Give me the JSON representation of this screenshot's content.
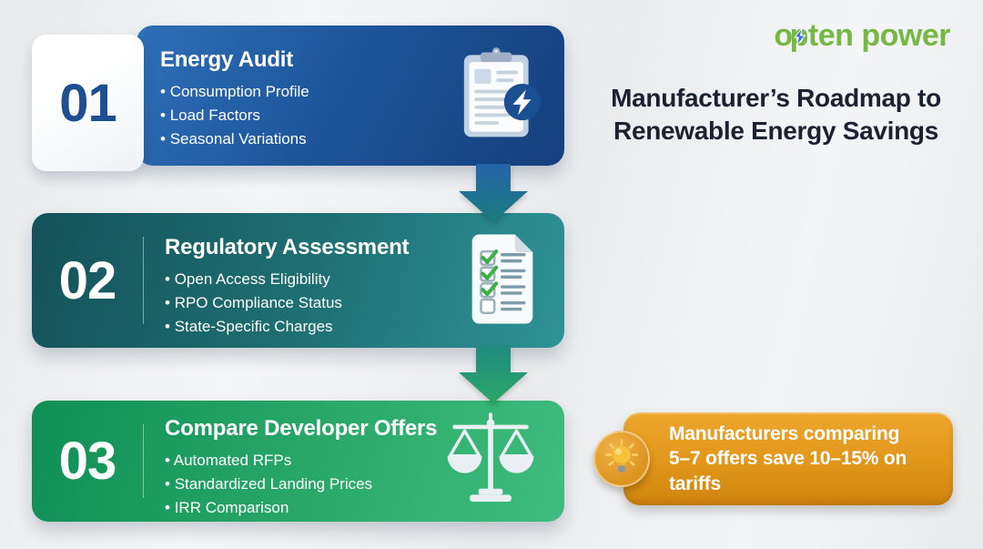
{
  "logo": {
    "o": "o",
    "p": "p",
    "rest": "ten power",
    "brand_color": "#76b843",
    "bolt_color": "#3f6fd8",
    "bolt_icon": "lightning-bolt-icon"
  },
  "title": {
    "full": "Manufacturer’s Roadmap to Renewable Energy Savings",
    "line1": "Manufacturer’s Roadmap to",
    "line2": "Renewable Energy Savings",
    "color": "#1b2130"
  },
  "steps": [
    {
      "number": "01",
      "title": "Energy Audit",
      "bullets": [
        "Consumption Profile",
        "Load Factors",
        "Seasonal Variations"
      ],
      "icon": "clipboard-lightning-icon",
      "accent": "#1d4f92",
      "card_colors": [
        "#2f6fb7",
        "#153f7d"
      ]
    },
    {
      "number": "02",
      "title": "Regulatory Assessment",
      "bullets": [
        "Open Access Eligibility",
        "RPO Compliance Status",
        "State-Specific Charges"
      ],
      "icon": "checklist-icon",
      "accent": "#1e6e72",
      "card_colors": [
        "#14525a",
        "#2f9396"
      ]
    },
    {
      "number": "03",
      "title": "Compare Developer Offers",
      "bullets": [
        "Automated RFPs",
        "Standardized Landing Prices",
        "IRR Comparison"
      ],
      "icon": "balance-scale-icon",
      "accent": "#2aa968",
      "card_colors": [
        "#0f8f56",
        "#3fbd7e"
      ]
    }
  ],
  "callout": {
    "text": "Manufacturers comparing 5–7 offers save 10–15% on tariffs",
    "line1": "Manufacturers comparing",
    "line2": "5–7 offers save 10–15% on",
    "line3": "tariffs",
    "icon": "lightbulb-icon",
    "bg_color": "#e09619"
  }
}
